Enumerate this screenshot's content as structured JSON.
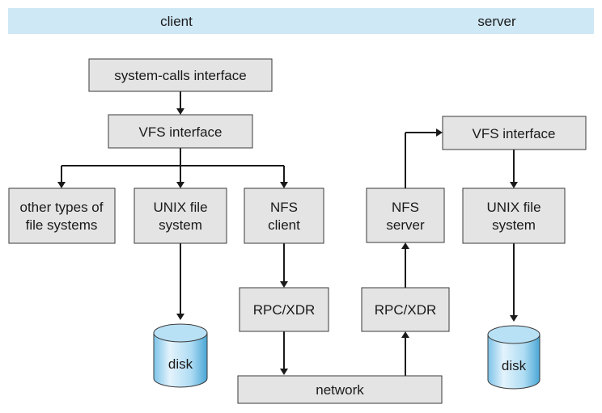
{
  "header": {
    "client": "client",
    "server": "server"
  },
  "client": {
    "syscalls": "system-calls interface",
    "vfs": "VFS interface",
    "other_fs": [
      "other types of",
      "file systems"
    ],
    "unix_fs": [
      "UNIX file",
      "system"
    ],
    "nfs_client": [
      "NFS",
      "client"
    ],
    "rpc": "RPC/XDR",
    "disk": "disk"
  },
  "server": {
    "vfs": "VFS interface",
    "nfs_server": [
      "NFS",
      "server"
    ],
    "unix_fs": [
      "UNIX file",
      "system"
    ],
    "rpc": "RPC/XDR",
    "disk": "disk"
  },
  "network": "network",
  "colors": {
    "header_band": "#cfe8f5",
    "box_fill": "#e4e4e4",
    "disk_light": "#ddf0fb",
    "disk_mid": "#9fd3ef",
    "disk_dark": "#4aa6d6"
  }
}
